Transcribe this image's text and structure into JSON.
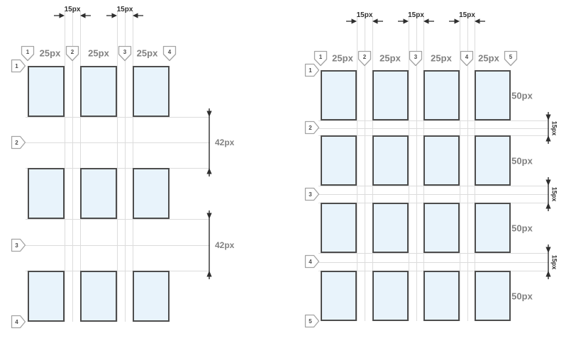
{
  "colors": {
    "box_fill": "#e8f3fb",
    "box_border": "#4d4d4d",
    "guide_line": "#dcdcdc",
    "dim_color": "#2e2e2e",
    "dim_text": "#818181",
    "gutter_dim_text": "#2e2e2e",
    "badge_border": "#a3a3a3",
    "badge_text": "#4d4d4d",
    "badge_fill": "#ffffff"
  },
  "left_diagram": {
    "item_grid": {
      "columns": 3,
      "rows": 3
    },
    "column_gutter_dims": [
      "15px",
      "15px"
    ],
    "column_track_labels": [
      "25px",
      "25px",
      "25px"
    ],
    "column_line_numbers": [
      "1",
      "2",
      "3",
      "4"
    ],
    "row_line_numbers": [
      "1",
      "2",
      "3",
      "4"
    ],
    "row_gap_dims": [
      "42px",
      "42px"
    ]
  },
  "right_diagram": {
    "item_grid": {
      "columns": 4,
      "rows": 4
    },
    "column_gutter_dims": [
      "15px",
      "15px",
      "15px"
    ],
    "column_track_labels": [
      "25px",
      "25px",
      "25px",
      "25px"
    ],
    "column_line_numbers": [
      "1",
      "2",
      "3",
      "4",
      "5"
    ],
    "row_line_numbers": [
      "1",
      "2",
      "3",
      "4",
      "5"
    ],
    "row_gap_dims": [
      "15px",
      "15px",
      "15px"
    ],
    "row_track_labels": [
      "50px",
      "50px",
      "50px",
      "50px"
    ]
  }
}
